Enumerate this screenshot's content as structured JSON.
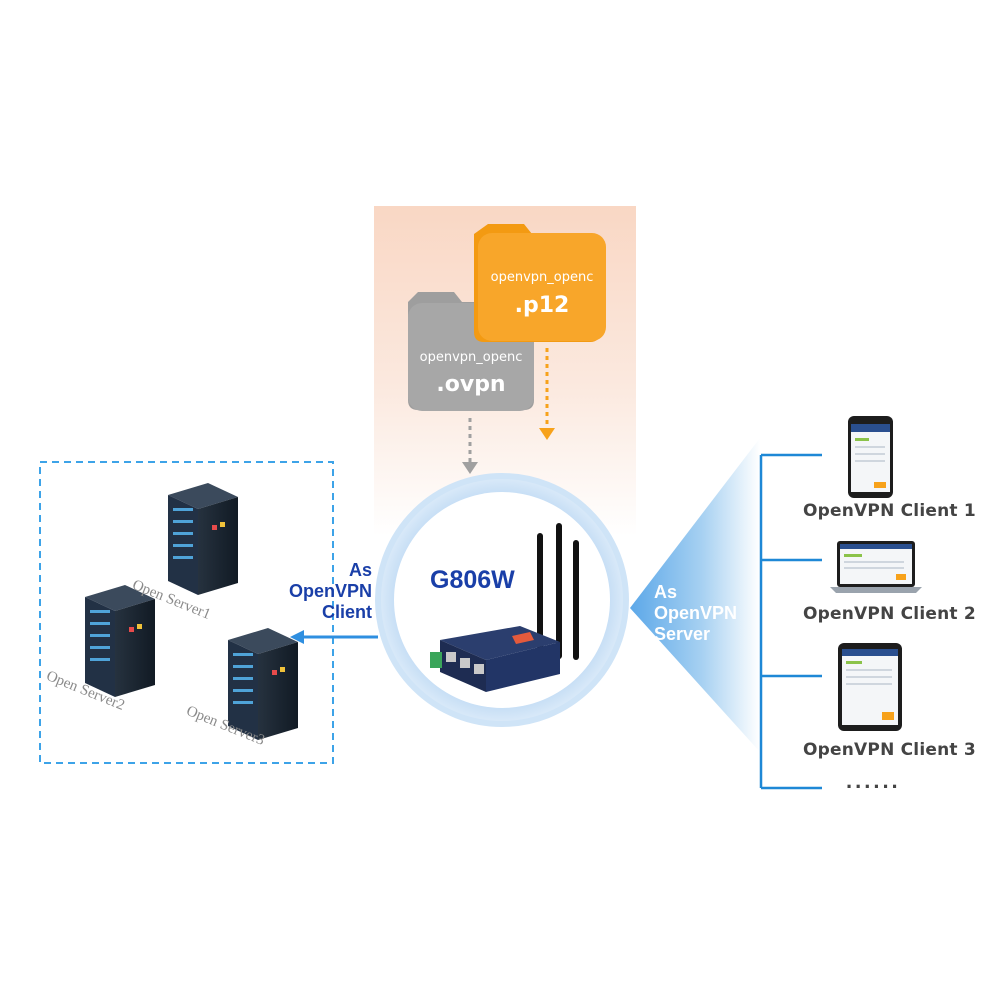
{
  "device": {
    "name": "G806W"
  },
  "files": {
    "ovpn": {
      "name": "openvpn_openc",
      "ext": ".ovpn",
      "color": "#9e9e9e"
    },
    "p12": {
      "name": "openvpn_openc",
      "ext": ".p12",
      "color": "#f7a21b"
    }
  },
  "client_role": [
    "As",
    "OpenVPN",
    "Client"
  ],
  "server_role": [
    "As",
    "OpenVPN",
    "Server"
  ],
  "servers": [
    "Open Server1",
    "Open Server2",
    "Open Server3"
  ],
  "clients": [
    "OpenVPN Client 1",
    "OpenVPN Client 2",
    "OpenVPN Client 3"
  ],
  "more": "......",
  "colors": {
    "accent": "#1a3fa8",
    "line": "#1e88d6",
    "ring": "#cfe4f7",
    "panel": "#fbe0d2"
  }
}
